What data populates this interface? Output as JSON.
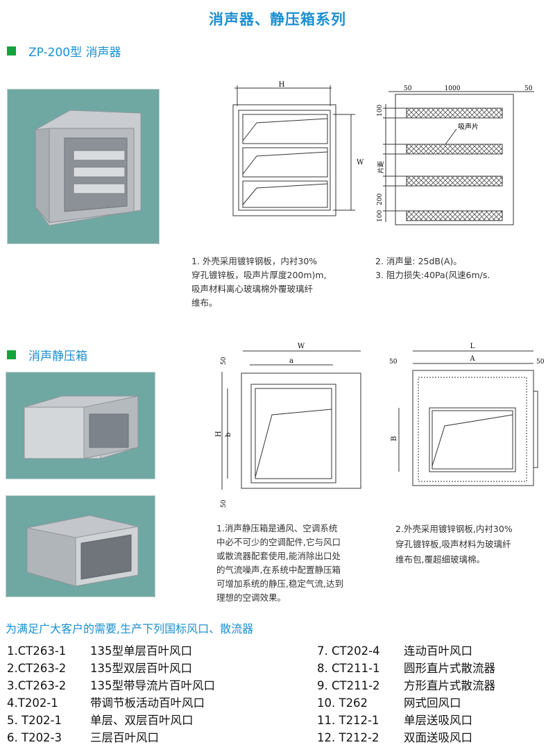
{
  "page_title": "消声器、静压箱系列",
  "section1": {
    "title": "ZP-200型  消声器",
    "photo": "muffler-photo",
    "drawing1": {
      "h_label": "H",
      "w_label": "W"
    },
    "drawing2": {
      "dims_top": [
        "50",
        "1000",
        "50"
      ],
      "dims_left": [
        "100",
        "片距",
        "200",
        "100"
      ],
      "callout": "吸声片"
    },
    "notes_left": [
      "1. 外壳采用镀锌钢板，内衬30%",
      "穿孔镀锌板，吸声片厚度200m)m,",
      "吸声材料离心玻璃棉外覆玻璃纤",
      "维布。"
    ],
    "notes_right": [
      "2. 消声量: 25dB(A)。",
      "3. 阻力损失:40Pa(风速6m/s."
    ]
  },
  "section2": {
    "title": "消声静压箱",
    "drawing1": {
      "w_label": "W",
      "a_label": "a",
      "h_label": "H",
      "b_label": "b",
      "dim_top": "50",
      "dim_bottom": "50"
    },
    "drawing2": {
      "l_label": "L",
      "a_label": "A",
      "b_label": "B",
      "dim_left": "50",
      "dim_right": "50"
    },
    "notes_left": [
      "1.消声静压箱是通风、空调系统",
      "中必不可少的空调配件,它与风口",
      "或散流器配套使用,能消除出口处",
      "的气流噪声,在系统中配置静压箱",
      "可增加系统的静压,稳定气流,达到",
      "理想的空调效果。"
    ],
    "notes_right": [
      "2.外壳采用镀锌钢板,内衬30%",
      "穿孔镀锌板,吸声材料为玻璃纤",
      "维布包,覆超细玻璃棉。"
    ]
  },
  "products": {
    "title": "为满足广大客户的需要,生产下列国标风口、散流器",
    "left": [
      {
        "code": "1.CT263-1",
        "name": "135型单层百叶风口"
      },
      {
        "code": "2.CT263-2",
        "name": "135型双层百叶风口"
      },
      {
        "code": "3.CT263-2",
        "name": "135型带导流片百叶风口"
      },
      {
        "code": "4.T202-1",
        "name": "带调节板活动百叶风口"
      },
      {
        "code": "5. T202-1",
        "name": "单层、双层百叶风口"
      },
      {
        "code": "6. T202-3",
        "name": "三层百叶风口"
      }
    ],
    "right": [
      {
        "code": "7. CT202-4",
        "name": "连动百叶风口"
      },
      {
        "code": "8. CT211-1",
        "name": "圆形直片式散流器"
      },
      {
        "code": "9. CT211-2",
        "name": "方形直片式散流器"
      },
      {
        "code": "10. T262",
        "name": "网式回风口"
      },
      {
        "code": "11.  T212-1",
        "name": "单层送吸风口"
      },
      {
        "code": "12.  T212-2",
        "name": "双面送吸风口"
      }
    ]
  },
  "colors": {
    "accent": "#1b8fd0",
    "marker": "#12a33c",
    "photo_bg": "#6fa8a2"
  }
}
